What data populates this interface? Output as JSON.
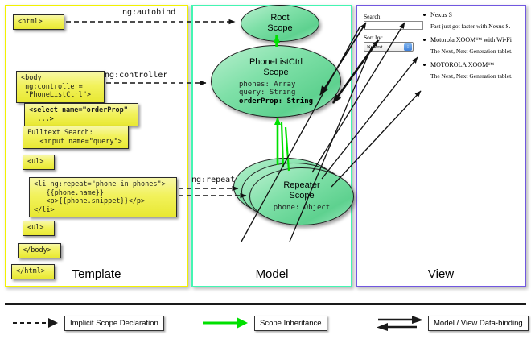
{
  "diagram": {
    "title": "AngularJS Template / Model / View scope data-binding diagram",
    "columns": [
      {
        "id": "template",
        "label": "Template",
        "border_color": "#f2f200"
      },
      {
        "id": "model",
        "label": "Model",
        "border_color": "#44f5b2"
      },
      {
        "id": "view",
        "label": "View",
        "border_color": "#7157e0"
      }
    ]
  },
  "template": {
    "boxes": [
      {
        "name": "html-open-tag",
        "text": "<html>",
        "bold": false
      },
      {
        "name": "body-open-tag",
        "text": "<body\n ng:controller=\n \"PhoneListCtrl\">",
        "bold": false
      },
      {
        "name": "select-tag",
        "text": "<select name=\"orderProp\"\n  ...>",
        "bold": true
      },
      {
        "name": "fulltext-search",
        "text": "Fulltext Search:\n   <input name=\"query\">",
        "bold": false
      },
      {
        "name": "ul-open-tag",
        "text": "<ul>",
        "bold": false
      },
      {
        "name": "li-repeat-block",
        "text": "<li ng:repeat=\"phone in phones\">\n   {{phone.name}}\n   <p>{{phone.snippet}}</p>\n</li>",
        "bold": false
      },
      {
        "name": "ul-close-tag",
        "text": "<ul>",
        "bold": false
      },
      {
        "name": "body-close-tag",
        "text": "</body>",
        "bold": false
      },
      {
        "name": "html-close-tag",
        "text": "</html>",
        "bold": false
      }
    ]
  },
  "model": {
    "scopes": [
      {
        "name": "root-scope",
        "title_line1": "Root",
        "title_line2": "Scope",
        "properties": ""
      },
      {
        "name": "phonelistctrl-scope",
        "title_line1": "PhoneListCtrl",
        "title_line2": "Scope",
        "properties_plain": "phones: Array\nquery: String",
        "properties_bold": "orderProp: String"
      },
      {
        "name": "repeater-scope",
        "title_line1": "Repeater",
        "title_line2": "Scope",
        "properties": "phone: Object"
      }
    ]
  },
  "edges": [
    {
      "name": "ng-autobind-edge",
      "label": "ng:autobind",
      "kind": "implicit-scope-declaration"
    },
    {
      "name": "ng-controller-edge",
      "label": "ng:controller",
      "kind": "implicit-scope-declaration"
    },
    {
      "name": "ng-repeat-edge",
      "label": "ng:repeat",
      "kind": "implicit-scope-declaration"
    }
  ],
  "view": {
    "search_label": "Search:",
    "search_value": "",
    "search_placeholder": "",
    "sort_label": "Sort by:",
    "sort_selected": "Newest",
    "sort_options": [
      "Newest"
    ],
    "phones": [
      {
        "name": "Nexus S",
        "snippet": "Fast just got faster with Nexus S."
      },
      {
        "name": "Motorola XOOM™  with Wi-Fi",
        "snippet": "The Next, Next Generation tablet."
      },
      {
        "name": "MOTOROLA XOOM™",
        "snippet": "The Next, Next Generation tablet."
      }
    ]
  },
  "legend": [
    {
      "name": "legend-implicit-scope-declaration",
      "label": "Implicit Scope Declaration",
      "glyph": "dashed-arrow",
      "color": "#1a1a1a"
    },
    {
      "name": "legend-scope-inheritance",
      "label": "Scope Inheritance",
      "glyph": "green-arrow",
      "color": "#00e000"
    },
    {
      "name": "legend-model-view-data-binding",
      "label": "Model / View Data-binding",
      "glyph": "double-arrow",
      "color": "#1a1a1a"
    }
  ],
  "colors": {
    "template_border": "#f2f200",
    "model_border": "#44f5b2",
    "view_border": "#7157e0",
    "code_box_fill": "#f2f25c",
    "scope_fill": "#7fe0a8",
    "inheritance_arrow": "#00e000"
  }
}
